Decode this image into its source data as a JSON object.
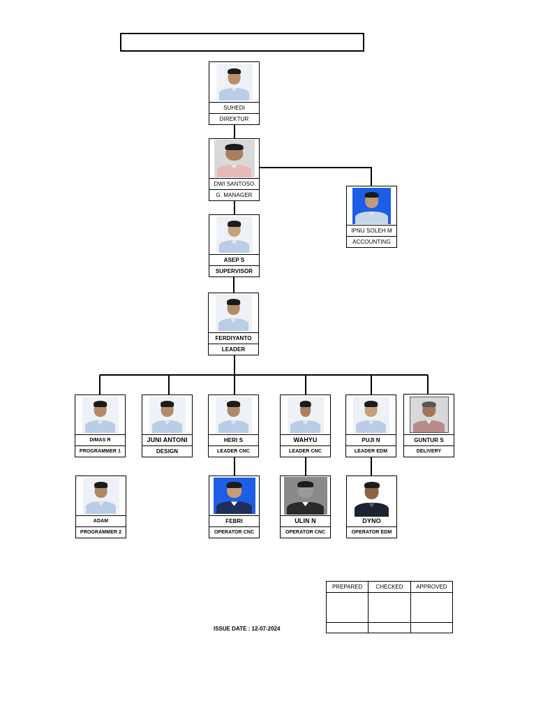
{
  "people": {
    "suhedi": {
      "name": "SUHEDI",
      "role": "DIREKTUR"
    },
    "dwi": {
      "name": "DWI SANTOSO",
      "role": "G. MANAGER"
    },
    "ipnu": {
      "name": "IPNU SOLEH M",
      "role": "ACCOUNTING"
    },
    "asep": {
      "name": "ASEP S",
      "role": "SUPERVISOR"
    },
    "ferdiyanto": {
      "name": "FERDIYANTO",
      "role": "LEADER"
    },
    "dimas": {
      "name": "DIMAS R",
      "role": "PROGRAMMER 1"
    },
    "juni": {
      "name": "JUNI ANTONI",
      "role": "DESIGN"
    },
    "heri": {
      "name": "HERI S",
      "role": "LEADER CNC"
    },
    "wahyu": {
      "name": "WAHYU",
      "role": "LEADER CNC"
    },
    "puji": {
      "name": "PUJI N",
      "role": "LEADER EDM"
    },
    "guntur": {
      "name": "GUNTUR S",
      "role": "DELIVERY"
    },
    "adam": {
      "name": "ADAM",
      "role": "PROGRAMMER 2"
    },
    "febri": {
      "name": "FEBRI",
      "role": "OPERATOR CNC"
    },
    "ulin": {
      "name": "ULIN N",
      "role": "OPERATOR CNC"
    },
    "dyno": {
      "name": "DYNO",
      "role": "OPERATOR EDM"
    }
  },
  "approval": {
    "prepared": "PREPARED",
    "checked": "CHECKED",
    "approved": "APPROVED"
  },
  "issue_date": "ISSUE DATE : 12-07-2024",
  "colors": {
    "line": "#000000",
    "uniform": "#b9cde6",
    "photo_bg": "#eef1f5",
    "photo_blue_bg": "#1d5ee8"
  }
}
